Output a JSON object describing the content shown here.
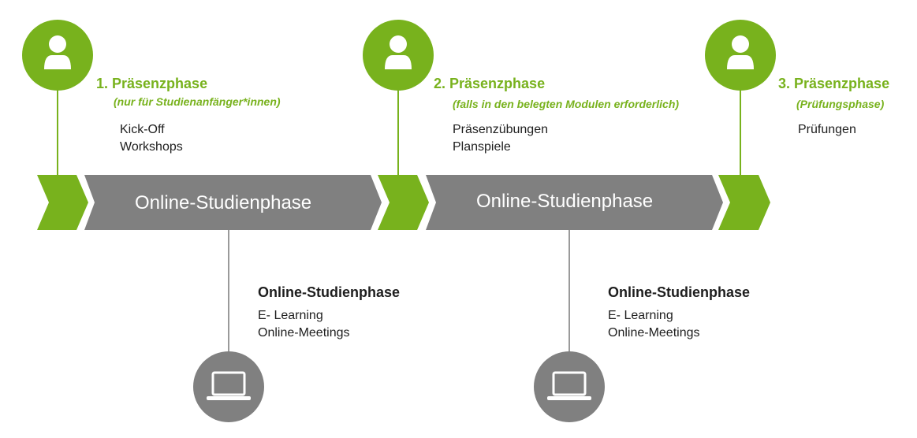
{
  "colors": {
    "accent": "#78b21d",
    "gray": "#808080",
    "line": "#9a9a9a"
  },
  "phases": [
    {
      "title": "1.  Präsenzphase",
      "subtitle": "(nur für Studienanfänger*innen)",
      "items": [
        "Kick-Off",
        "Workshops"
      ],
      "icon": "user-icon"
    },
    {
      "title": "2. Präsenzphase",
      "subtitle": "(falls in den belegten Modulen erforderlich)",
      "items": [
        "Präsenzübungen",
        "Planspiele"
      ],
      "icon": "user-icon"
    },
    {
      "title": "3. Präsenzphase",
      "subtitle": "(Prüfungsphase)",
      "items": [
        "Prüfungen"
      ],
      "icon": "user-icon"
    }
  ],
  "arrows": [
    {
      "label": "Online-Studienphase"
    },
    {
      "label": "Online-Studienphase"
    }
  ],
  "online": [
    {
      "title": "Online-Studienphase",
      "items": [
        "E- Learning",
        "Online-Meetings"
      ],
      "icon": "laptop-icon"
    },
    {
      "title": "Online-Studienphase",
      "items": [
        "E- Learning",
        "Online-Meetings"
      ],
      "icon": "laptop-icon"
    }
  ]
}
